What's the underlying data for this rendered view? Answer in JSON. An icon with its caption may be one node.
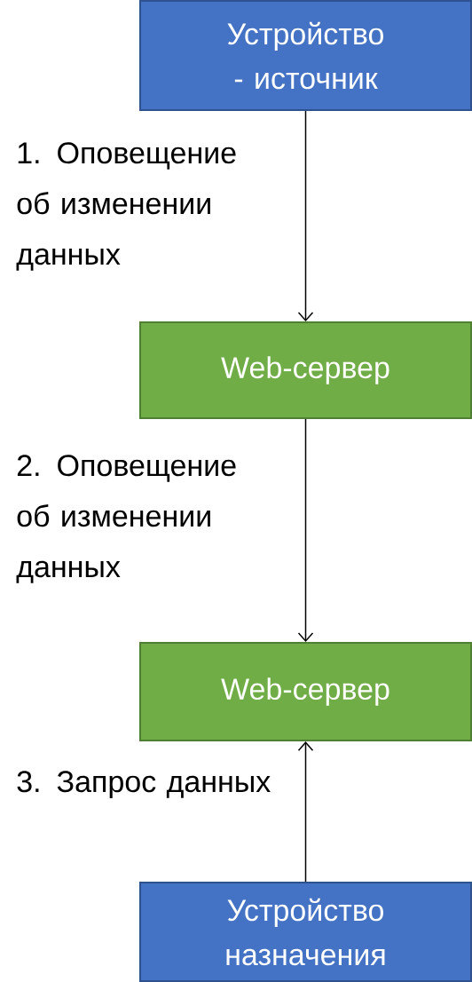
{
  "diagram": {
    "nodes": [
      {
        "text": [
          "Устройство - источник"
        ]
      },
      {
        "text": [
          "Web-сервер"
        ]
      },
      {
        "text": [
          "Web-сервер"
        ]
      },
      {
        "text": [
          "Устройство назначения"
        ]
      }
    ],
    "edges": [
      {
        "from": 0,
        "to": 1,
        "arrow": "to",
        "label": "1. Оповещение об изменении данных"
      },
      {
        "from": 1,
        "to": 2,
        "arrow": "to",
        "label": "2. Оповещение об изменении данных"
      },
      {
        "from": 3,
        "to": 2,
        "arrow": "to",
        "label": "3. Запрос данных"
      }
    ]
  }
}
